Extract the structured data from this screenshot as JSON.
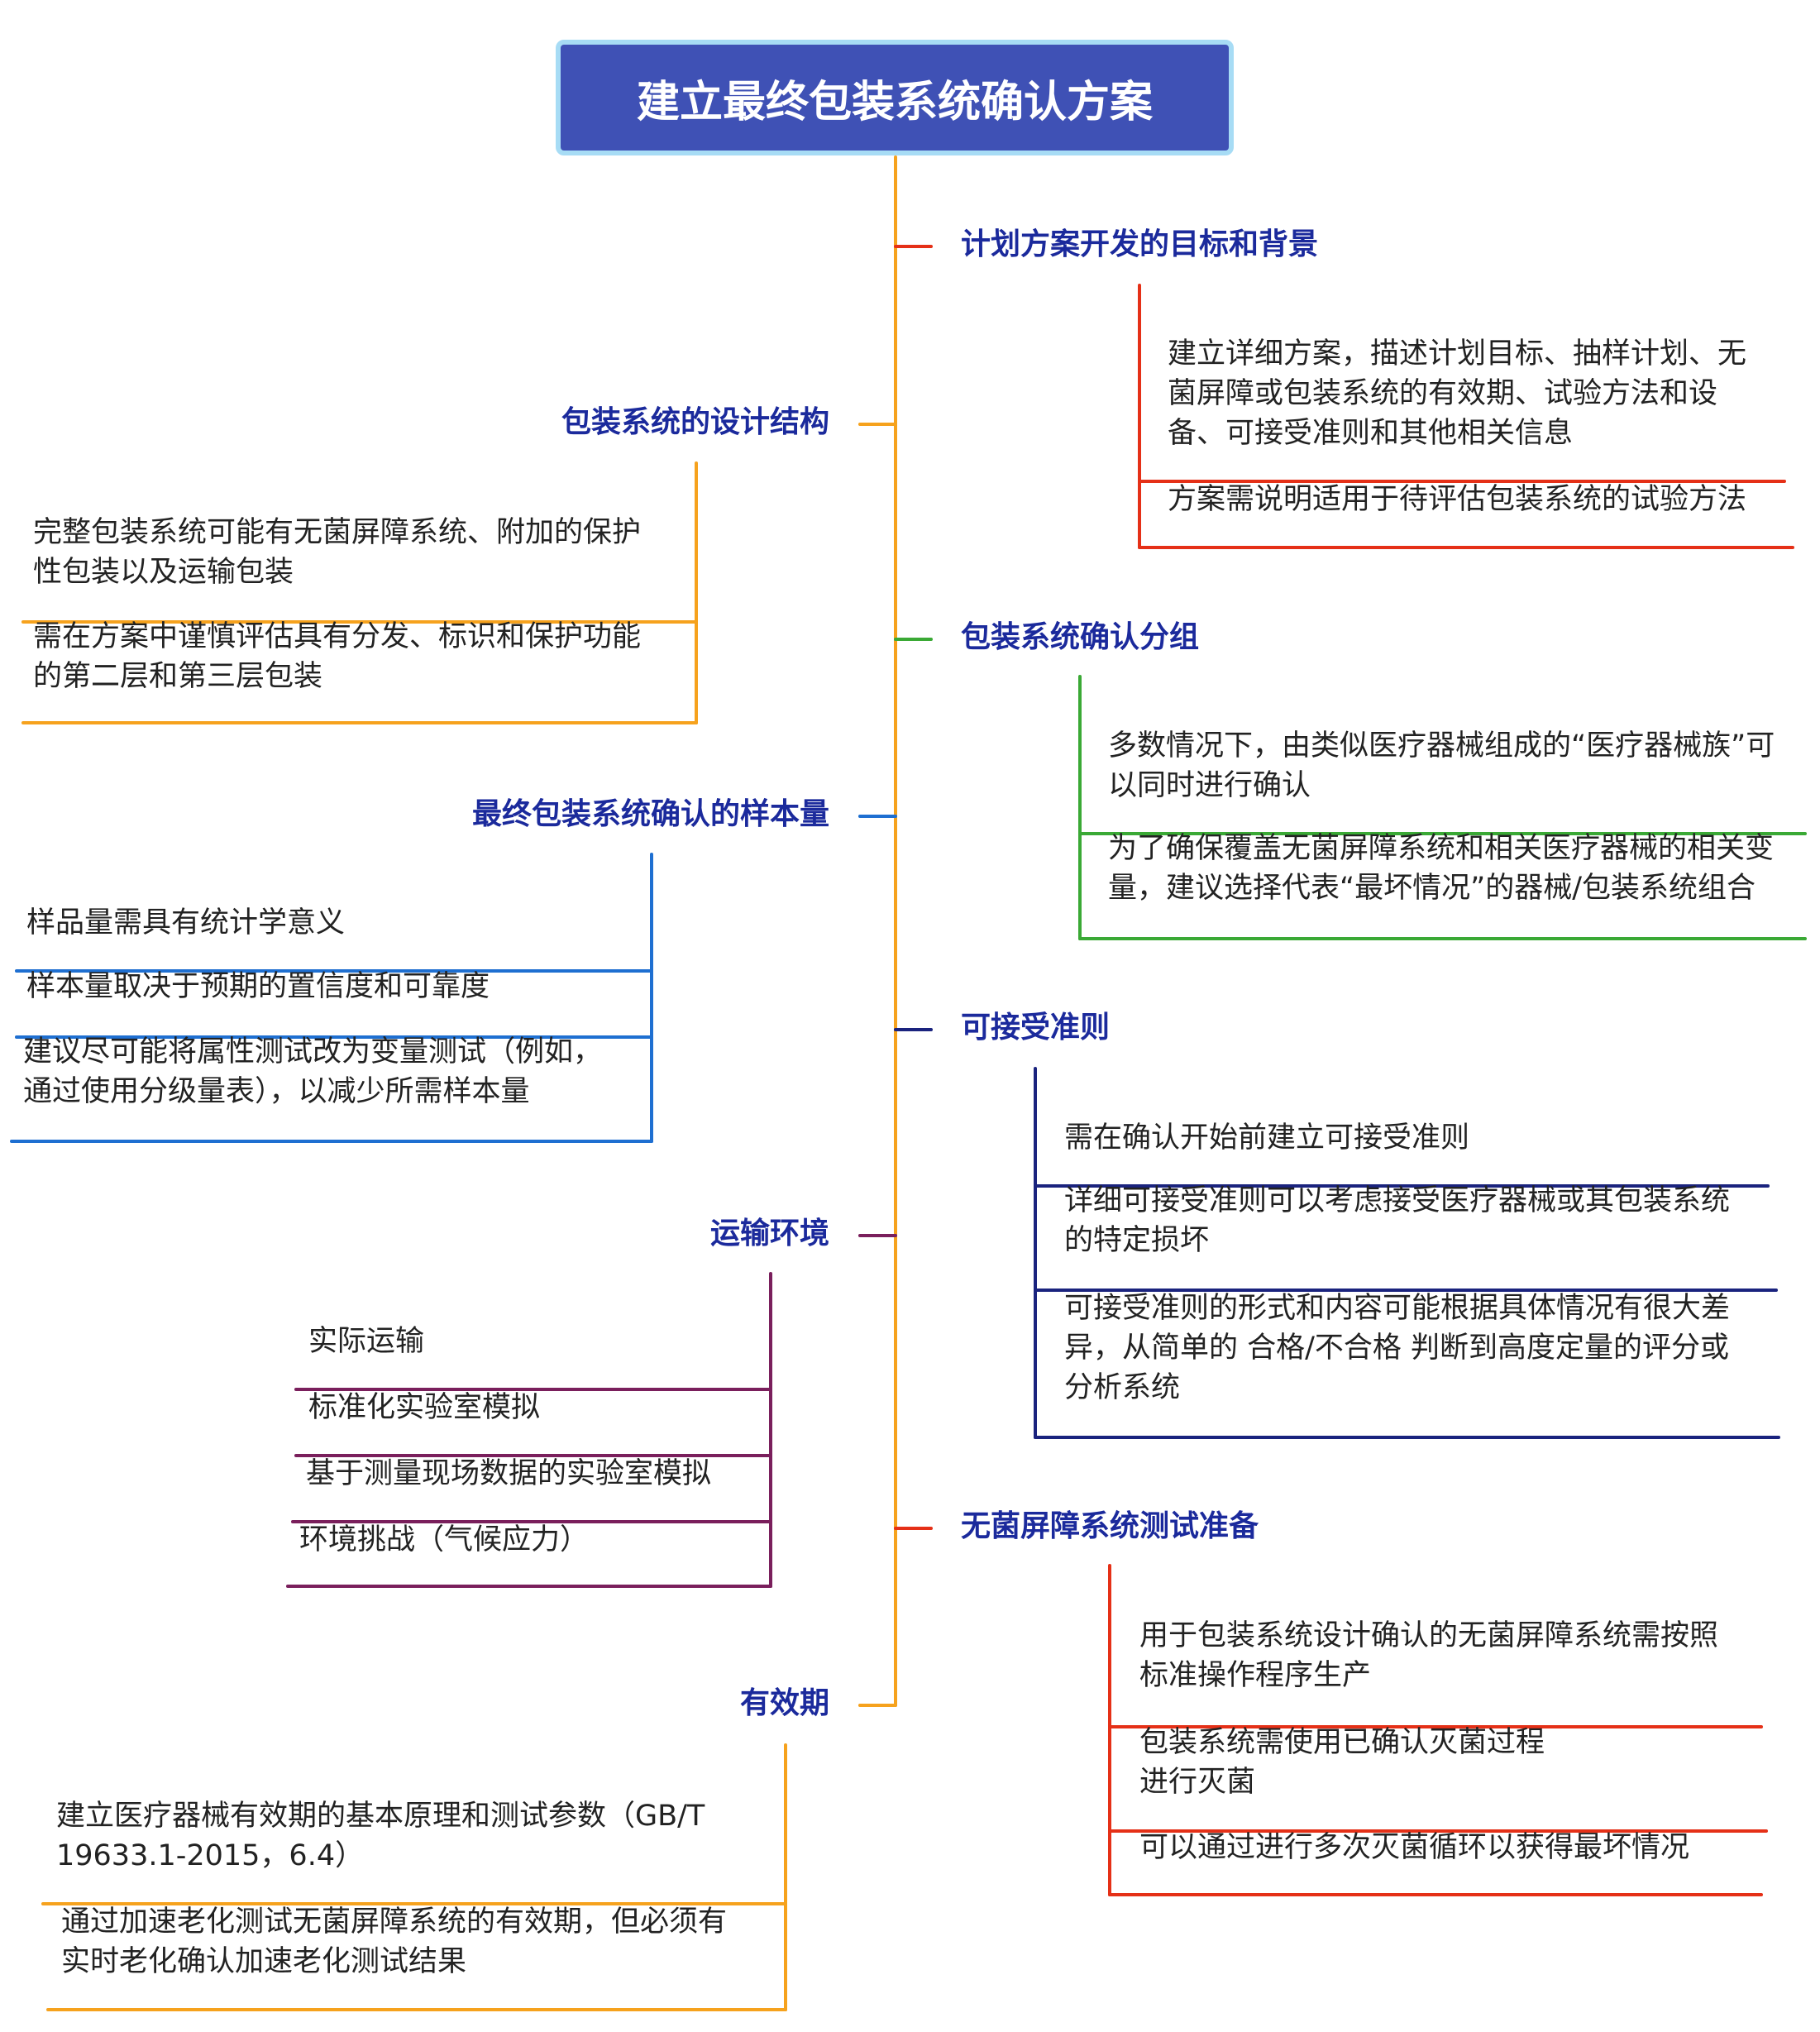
{
  "root": {
    "title": "建立最终包装系统确认方案"
  },
  "colors": {
    "trunk": "#f6a21d",
    "root_fill": "#3f51b5",
    "root_border": "#a7dcf5",
    "branch_text": "#1b2a9c",
    "branch_1": "#e53017",
    "branch_2": "#f6a21d",
    "branch_3": "#3aa935",
    "branch_4": "#1e6fd1",
    "branch_5": "#1a237e",
    "branch_6": "#7a1f5c",
    "branch_7": "#e53017",
    "branch_8": "#f6a21d"
  },
  "branches": {
    "b1": {
      "label": "计划方案开发的目标和背景",
      "leaves": [
        [
          "建立详细方案，描述计划目标、抽样计划、无",
          "菌屏障或包装系统的有效期、试验方法和设",
          "备、可接受准则和其他相关信息"
        ],
        [
          "方案需说明适用于待评估包装系统的试验方法"
        ]
      ]
    },
    "b2": {
      "label": "包装系统的设计结构",
      "leaves": [
        [
          "完整包装系统可能有无菌屏障系统、附加的保护",
          "性包装以及运输包装"
        ],
        [
          "需在方案中谨慎评估具有分发、标识和保护功能",
          "的第二层和第三层包装"
        ]
      ]
    },
    "b3": {
      "label": "包装系统确认分组",
      "leaves": [
        [
          "多数情况下，由类似医疗器械组成的“医疗器械族”可",
          "以同时进行确认"
        ],
        [
          "为了确保覆盖无菌屏障系统和相关医疗器械的相关变",
          "量，建议选择代表“最坏情况”的器械/包装系统组合"
        ]
      ]
    },
    "b4": {
      "label": "最终包装系统确认的样本量",
      "leaves": [
        [
          "样品量需具有统计学意义"
        ],
        [
          "样本量取决于预期的置信度和可靠度"
        ],
        [
          "建议尽可能将属性测试改为变量测试（例如，",
          "通过使用分级量表），以减少所需样本量"
        ]
      ]
    },
    "b5": {
      "label": "可接受准则",
      "leaves": [
        [
          "需在确认开始前建立可接受准则"
        ],
        [
          "详细可接受准则可以考虑接受医疗器械或其包装系统",
          "的特定损坏"
        ],
        [
          "可接受准则的形式和内容可能根据具体情况有很大差",
          "异，从简单的 合格/不合格 判断到高度定量的评分或",
          "分析系统"
        ]
      ]
    },
    "b6": {
      "label": "运输环境",
      "leaves": [
        [
          "实际运输"
        ],
        [
          "标准化实验室模拟"
        ],
        [
          "基于测量现场数据的实验室模拟"
        ],
        [
          "环境挑战（气候应力）"
        ]
      ]
    },
    "b7": {
      "label": "无菌屏障系统测试准备",
      "leaves": [
        [
          "用于包装系统设计确认的无菌屏障系统需按照",
          "标准操作程序生产"
        ],
        [
          "包装系统需使用已确认灭菌过程",
          "进行灭菌"
        ],
        [
          "可以通过进行多次灭菌循环以获得最坏情况"
        ]
      ]
    },
    "b8": {
      "label": "有效期",
      "leaves": [
        [
          "建立医疗器械有效期的基本原理和测试参数（GB/T",
          "19633.1-2015，6.4）"
        ],
        [
          "通过加速老化测试无菌屏障系统的有效期，但必须有",
          "实时老化确认加速老化测试结果"
        ]
      ]
    }
  }
}
